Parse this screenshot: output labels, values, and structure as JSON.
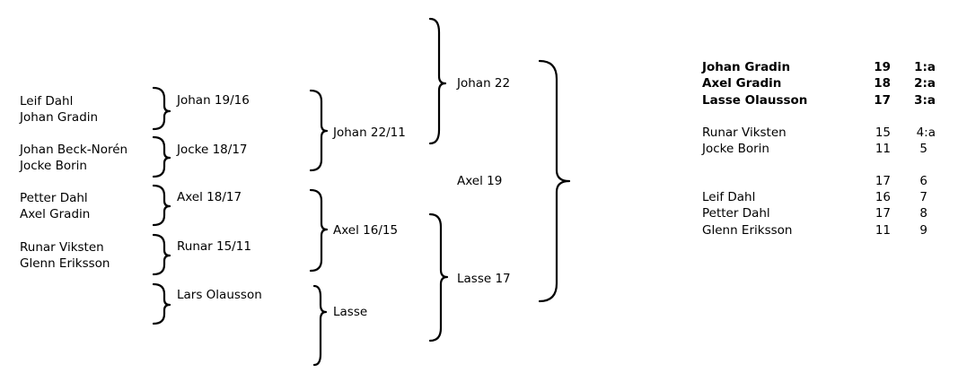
{
  "round1": {
    "pairs": [
      [
        "Leif Dahl",
        "Johan Gradin"
      ],
      [
        "Johan Beck-Norén",
        "Jocke Borin"
      ],
      [
        "Petter Dahl",
        "Axel Gradin"
      ],
      [
        "Runar Viksten",
        "Glenn Eriksson"
      ]
    ]
  },
  "round2": [
    "Johan 19/16",
    "Jocke 18/17",
    "Axel 18/17",
    "Runar 15/11",
    "Lars Olausson"
  ],
  "round3": [
    "Johan 22/11",
    "Axel 16/15",
    "Lasse"
  ],
  "round4": [
    "Johan 22",
    "Axel 19",
    "Lasse 17"
  ],
  "results": [
    {
      "name": "Johan Gradin",
      "score": "19",
      "place": "1:a",
      "bold": true
    },
    {
      "name": "Axel Gradin",
      "score": "18",
      "place": "2:a",
      "bold": true
    },
    {
      "name": "Lasse Olausson",
      "score": "17",
      "place": "3:a",
      "bold": true
    },
    {
      "name": "Runar Viksten",
      "score": "15",
      "place": "4:a",
      "bold": false
    },
    {
      "name": "Jocke Borin",
      "score": "11",
      "place": "5",
      "bold": false
    },
    {
      "name": "",
      "score": "17",
      "place": "6",
      "bold": false
    },
    {
      "name": "Leif Dahl",
      "score": "16",
      "place": "7",
      "bold": false
    },
    {
      "name": "Petter Dahl",
      "score": "17",
      "place": "8",
      "bold": false
    },
    {
      "name": "Glenn Eriksson",
      "score": "11",
      "place": "9",
      "bold": false
    }
  ]
}
